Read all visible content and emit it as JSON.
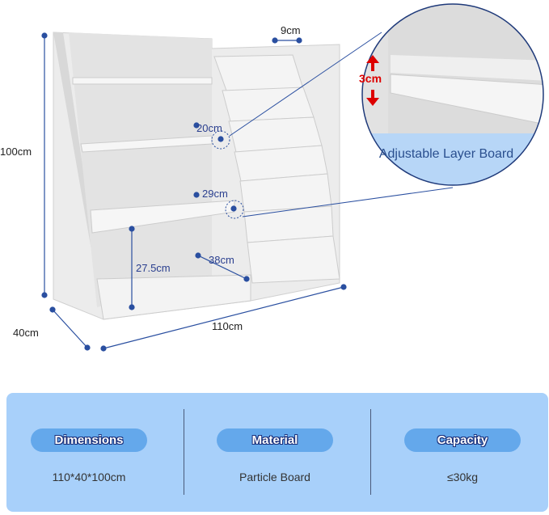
{
  "dimensions_labels": {
    "height": "100cm",
    "depth": "40cm",
    "width": "110cm",
    "pocket_width": "9cm",
    "shelf_gap_1": "20cm",
    "shelf_gap_2": "29cm",
    "lower_height": "27.5cm",
    "lower_depth": "38cm"
  },
  "detail": {
    "gap": "3cm",
    "caption": "Adjustable Layer Board"
  },
  "specs": [
    {
      "label": "Dimensions",
      "value": "110*40*100cm"
    },
    {
      "label": "Material",
      "value": "Particle Board"
    },
    {
      "label": "Capacity",
      "value": "≤30kg"
    }
  ],
  "colors": {
    "panel": "#a8d0fa",
    "pill": "#64a8eb",
    "marker": "#2a4fa0",
    "arrow": "#dd0000"
  }
}
